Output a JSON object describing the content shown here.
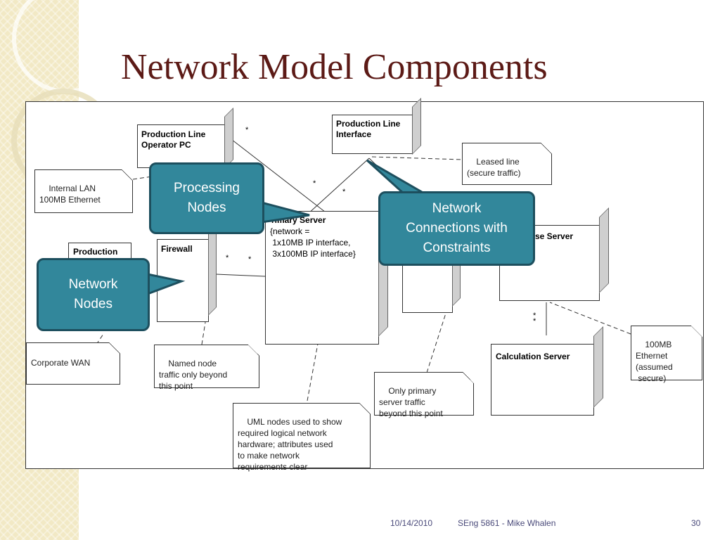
{
  "slide": {
    "title": "Network Model Components",
    "footer_date": "10/14/2010",
    "footer_course": "SEng 5861 - Mike Whalen",
    "page_number": "30"
  },
  "nodes": {
    "operator_pc": "Production Line\nOperator PC",
    "pl_interface": "Production Line\nInterface",
    "production": "Production",
    "firewall": "Firewall",
    "primary_server": "rimary Server",
    "primary_server_attr": "{network =\n 1x10MB IP interface,\n 3x100MB IP interface}",
    "database_server": "se Server",
    "calc_server": "Calculation Server"
  },
  "notes": {
    "internal_lan": "Internal LAN\n100MB Ethernet",
    "leased_line": "Leased line\n(secure traffic)",
    "corporate_wan": "Corporate WAN",
    "named_node": "Named node\ntraffic only beyond\nthis point",
    "only_primary": "Only primary\nserver traffic\nbeyond this point",
    "uml_nodes": "UML nodes used to show\nrequired logical network\nhardware; attributes used\nto make network\nrequirements clear",
    "ethernet_100": "100MB\nEthernet\n(assumed\n secure)"
  },
  "multiplicities": [
    "*",
    "*",
    "*",
    "*",
    "*",
    "*",
    "*"
  ],
  "callouts": {
    "processing_nodes": [
      "Processing",
      "Nodes"
    ],
    "network_connections": [
      "Network",
      "Connections with",
      "Constraints"
    ],
    "network_nodes": [
      "Network",
      "Nodes"
    ]
  },
  "colors": {
    "title": "#5c1a16",
    "callout_fill": "#32879b",
    "callout_border": "#1d4f5e",
    "sidebar": "#f2e9c5"
  }
}
